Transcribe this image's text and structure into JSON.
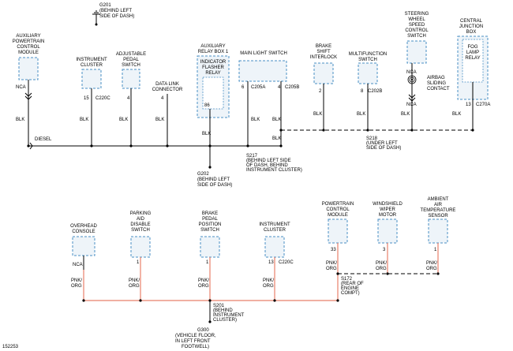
{
  "diagram_id": "152253",
  "top": {
    "g201": [
      "G201",
      "(BEHIND LEFT",
      "SIDE OF DASH)"
    ],
    "aux_pcm": [
      "AUXILIARY",
      "POWERTRAIN",
      "CONTROL",
      "MODULE"
    ],
    "instrument_cluster": [
      "INSTRUMENT",
      "CLUSTER"
    ],
    "adj_pedal": [
      "ADJUSTABLE",
      "PEDAL",
      "SWITCH"
    ],
    "data_link": [
      "DATA LINK",
      "CONNECTOR"
    ],
    "aux_relay_box": [
      "AUXILIARY",
      "RELAY BOX 1"
    ],
    "indicator_relay": [
      "INDICATOR",
      "FLASHER",
      "RELAY"
    ],
    "main_light": "MAIN LIGHT SWITCH",
    "brake_shift": [
      "BRAKE",
      "SHIFT",
      "INTERLOCK"
    ],
    "multifunction": [
      "MULTIFUNCTION",
      "SWITCH"
    ],
    "steering_wheel": [
      "STEERING",
      "WHEEL",
      "SPEED",
      "CONTROL",
      "SWITCH"
    ],
    "airbag": [
      "AIRBAG",
      "SLIDING",
      "CONTACT"
    ],
    "central_box": [
      "CENTRAL",
      "JUNCTION",
      "BOX"
    ],
    "fog_relay": [
      "FOG",
      "LAMP",
      "RELAY"
    ],
    "pins": {
      "nca1": "NCA",
      "p15": "15",
      "c220c": "C220C",
      "p4a": "4",
      "p4b": "4",
      "p86": "86",
      "p6": "6",
      "c205a": "C205A",
      "p4c": "4",
      "c205b": "C205B",
      "p2": "2",
      "p8": "8",
      "c202b": "C202B",
      "nca2": "NCA",
      "nca3": "NCA",
      "p13": "13",
      "c270a": "C270A"
    },
    "wire": "BLK",
    "diesel": "DIESEL",
    "s217": [
      "S217",
      "(BEHIND LEFT SIDE",
      "OF DASH, BEHIND",
      "INSTRUMENT CLUSTER)"
    ],
    "s218": [
      "S218",
      "(UNDER LEFT",
      "SIDE OF DASH)"
    ],
    "g202": [
      "G202",
      "(BEHIND LEFT",
      "SIDE OF DASH)"
    ]
  },
  "bottom": {
    "overhead": [
      "OVERHEAD",
      "CONSOLE"
    ],
    "parking_aid": [
      "PARKING",
      "AID",
      "DISABLE",
      "SWITCH"
    ],
    "brake_pedal": [
      "BRAKE",
      "PEDAL",
      "POSITION",
      "SWITCH"
    ],
    "instrument_cluster": [
      "INSTRUMENT",
      "CLUSTER"
    ],
    "pcm": [
      "POWERTRAIN",
      "CONTROL",
      "MODULE"
    ],
    "wiper": [
      "WINDSHIELD",
      "WIPER",
      "MOTOR"
    ],
    "ambient": [
      "AMBIENT",
      "AIR",
      "TEMPERATURE",
      "SENSOR"
    ],
    "pins": {
      "nca": "NCA",
      "p1a": "1",
      "p1b": "1",
      "p13": "13",
      "c220c": "C220C",
      "p33": "33",
      "p3": "3",
      "p1c": "1"
    },
    "wire": [
      "PNK/",
      "ORG"
    ],
    "s172": [
      "S172",
      "(REAR OF",
      "ENGINE",
      "COMPT)"
    ],
    "s201": [
      "S201",
      "(BEHIND",
      "INSTRUMENT",
      "CLUSTER)"
    ],
    "g300": [
      "G300",
      "(VEHICLE FLOOR,",
      "IN LEFT FRONT",
      "FOOTWELL)"
    ]
  }
}
